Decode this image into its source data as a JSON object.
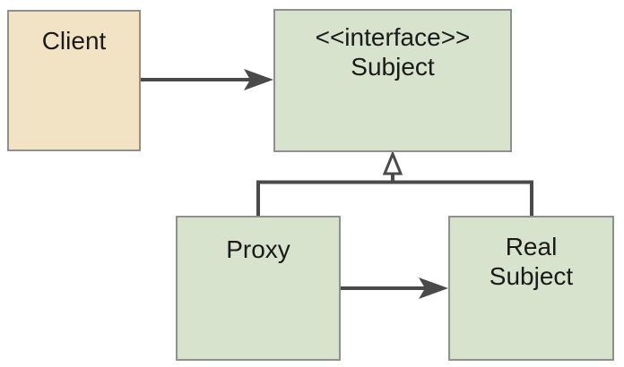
{
  "diagram": {
    "kind": "uml-class-diagram",
    "pattern": "Proxy",
    "nodes": {
      "client": {
        "label": "Client"
      },
      "subject": {
        "stereotype": "<<interface>>",
        "label": "Subject"
      },
      "proxy": {
        "label": "Proxy"
      },
      "real_subject": {
        "label_line1": "Real",
        "label_line2": "Subject"
      }
    },
    "edges": [
      {
        "from": "Client",
        "to": "Subject",
        "relation": "association",
        "arrow": "filled"
      },
      {
        "from": "Proxy",
        "to": "Subject",
        "relation": "realization",
        "arrow": "hollow-triangle"
      },
      {
        "from": "Real Subject",
        "to": "Subject",
        "relation": "realization",
        "arrow": "hollow-triangle"
      },
      {
        "from": "Proxy",
        "to": "Real Subject",
        "relation": "association",
        "arrow": "filled"
      }
    ],
    "colors": {
      "background": "#ffffff",
      "node_border": "#8f8f8f",
      "connector": "#4a4a4a",
      "text": "#1a1a1a",
      "client_fill": "#f2e3c4",
      "green_fill": "#d7e3cc"
    }
  }
}
